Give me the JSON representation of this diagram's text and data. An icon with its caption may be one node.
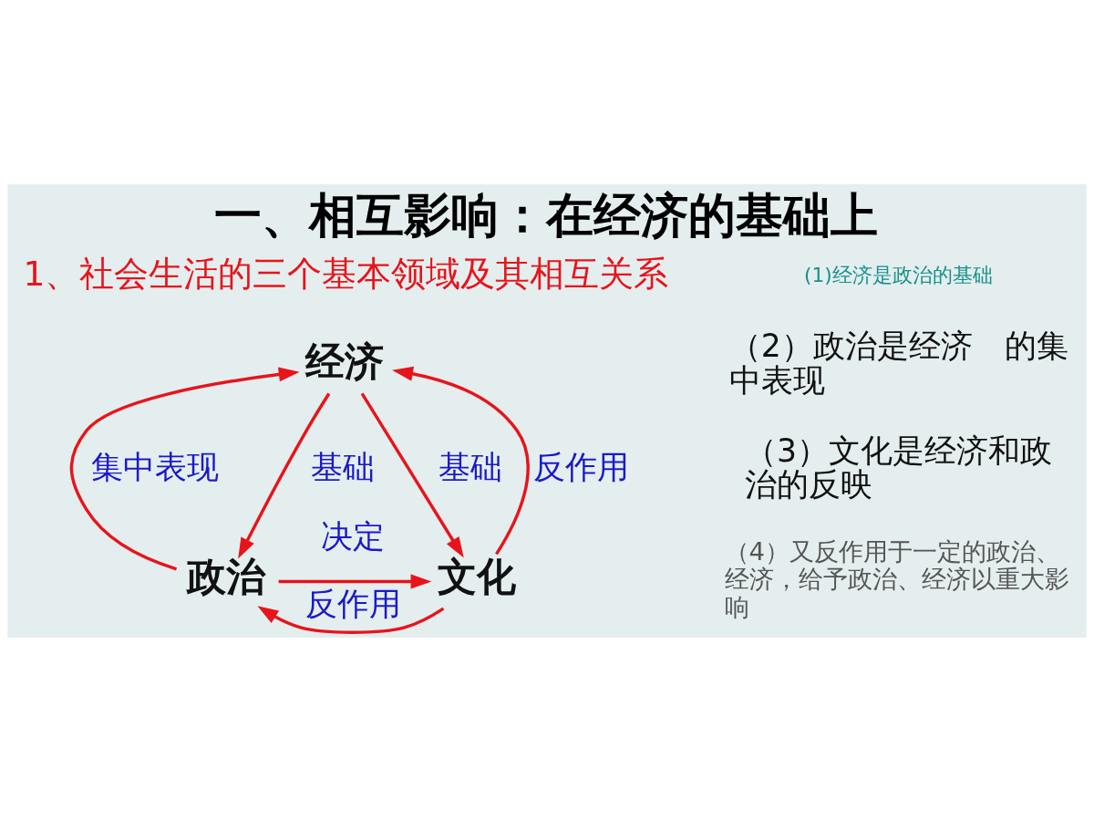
{
  "diagram": {
    "title": "一、相互影响：在经济的基础上",
    "nodes": [
      {
        "text": [
          "经济"
        ]
      },
      {
        "text": [
          "政治"
        ]
      },
      {
        "text": [
          "文化"
        ]
      }
    ],
    "edges": [
      {
        "from": 1,
        "to": 0,
        "arrow": "to",
        "label": "集中表现"
      },
      {
        "from": 0,
        "to": 1,
        "arrow": "to",
        "label": "基础"
      },
      {
        "from": 0,
        "to": 2,
        "arrow": "to",
        "label": "基础"
      },
      {
        "from": 2,
        "to": 0,
        "arrow": "to",
        "label": "反作用"
      },
      {
        "from": 1,
        "to": 2,
        "arrow": "to",
        "label": "决定"
      },
      {
        "from": 2,
        "to": 1,
        "arrow": "to",
        "label": "反作用"
      }
    ],
    "labels": [
      "1、社会生活的三个基本领域及其相互关系",
      "(1)经济是政治的基础",
      "（2）政治是经济　的集中表现",
      "（3）文化是经济和政治的反映",
      "（4）又反作用于一定的政治、经济，给予政治、经济以重大影响"
    ]
  }
}
